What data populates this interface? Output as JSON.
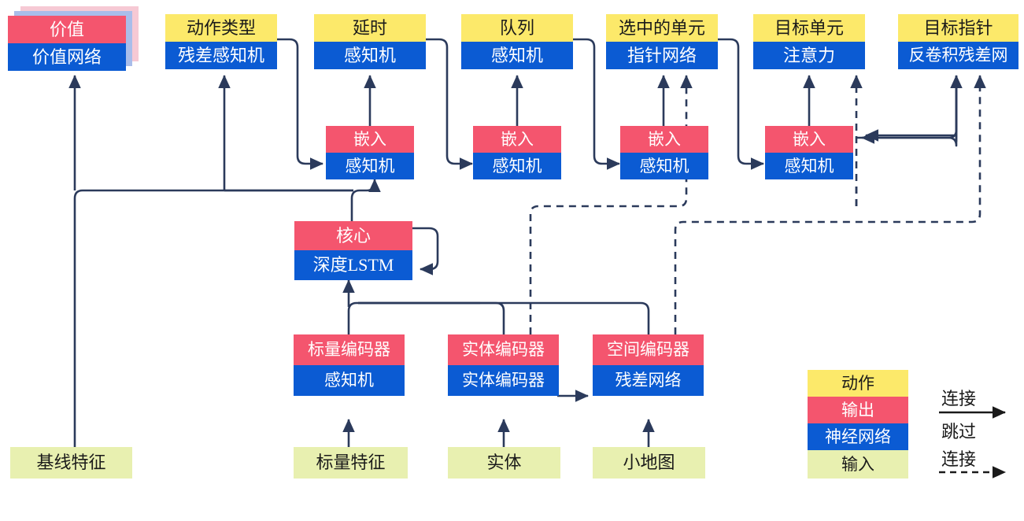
{
  "diagram": {
    "title": "AlphaStar-style agent architecture diagram",
    "colors": {
      "action": "#FCE96A",
      "output": "#F4556E",
      "network": "#0B5BD3",
      "input": "#E8F0B0",
      "wire": "#2B3A5B"
    }
  },
  "nodes": {
    "value": {
      "top": "价值",
      "bottom": "价值网络"
    },
    "action_type": {
      "top": "动作类型",
      "bottom": "残差感知机"
    },
    "delay": {
      "top": "延时",
      "bottom": "感知机"
    },
    "queued": {
      "top": "队列",
      "bottom": "感知机"
    },
    "selected_units": {
      "top": "选中的单元",
      "bottom": "指针网络"
    },
    "target_unit": {
      "top": "目标单元",
      "bottom": "注意力"
    },
    "target_point": {
      "top": "目标指针",
      "bottom": "反卷积残差网"
    },
    "embed1": {
      "top": "嵌入",
      "bottom": "感知机"
    },
    "embed2": {
      "top": "嵌入",
      "bottom": "感知机"
    },
    "embed3": {
      "top": "嵌入",
      "bottom": "感知机"
    },
    "embed4": {
      "top": "嵌入",
      "bottom": "感知机"
    },
    "core": {
      "top": "核心",
      "bottom": "深度LSTM"
    },
    "scalar_encoder": {
      "top": "标量编码器",
      "bottom": "感知机"
    },
    "entity_encoder": {
      "top": "实体编码器",
      "bottom": "实体编码器"
    },
    "spatial_encoder": {
      "top": "空间编码器",
      "bottom": "残差网络"
    }
  },
  "inputs": {
    "baseline": "基线特征",
    "scalar": "标量特征",
    "entities": "实体",
    "minimap": "小地图"
  },
  "legend": {
    "swatches": [
      {
        "label": "动作",
        "kind": "action"
      },
      {
        "label": "输出",
        "kind": "output"
      },
      {
        "label": "神经网络",
        "kind": "network"
      },
      {
        "label": "输入",
        "kind": "input"
      }
    ],
    "connection_label": "连接",
    "skip_label_line1": "跳过",
    "skip_label_line2": "连接"
  }
}
